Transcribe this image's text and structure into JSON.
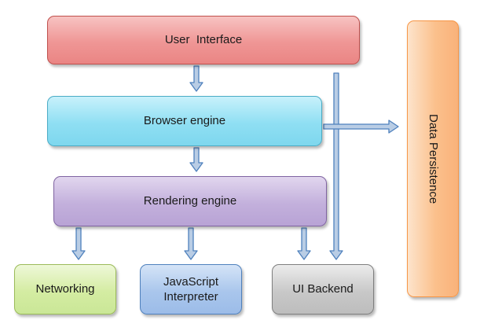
{
  "diagram": {
    "user_interface": "User  Interface",
    "browser_engine": "Browser engine",
    "rendering_engine": "Rendering engine",
    "networking": "Networking",
    "javascript_interpreter": "JavaScript Interpreter",
    "ui_backend": "UI Backend",
    "data_persistence": "Data Persistence"
  },
  "colors": {
    "arrow_fill": "#b9cde5",
    "arrow_stroke": "#4f81bd"
  }
}
